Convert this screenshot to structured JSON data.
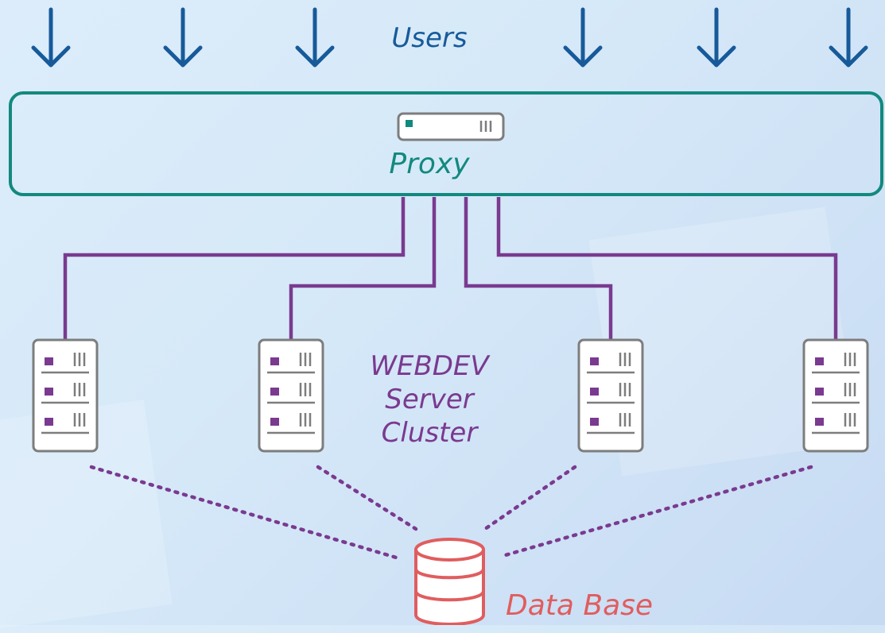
{
  "labels": {
    "users": "Users",
    "proxy": "Proxy",
    "cluster_line1": "WEBDEV",
    "cluster_line2": "Server",
    "cluster_line3": "Cluster",
    "database": "Data Base"
  },
  "icons": {
    "user_arrow": "arrow-down-icon",
    "proxy": "server-icon",
    "web_server": "server-rack-icon",
    "database": "database-icon"
  },
  "colors": {
    "arrow": "#175a9a",
    "proxy": "#12897e",
    "link": "#7a3a8f",
    "database": "#e05d5f",
    "server_stroke": "#7d7d7d"
  }
}
